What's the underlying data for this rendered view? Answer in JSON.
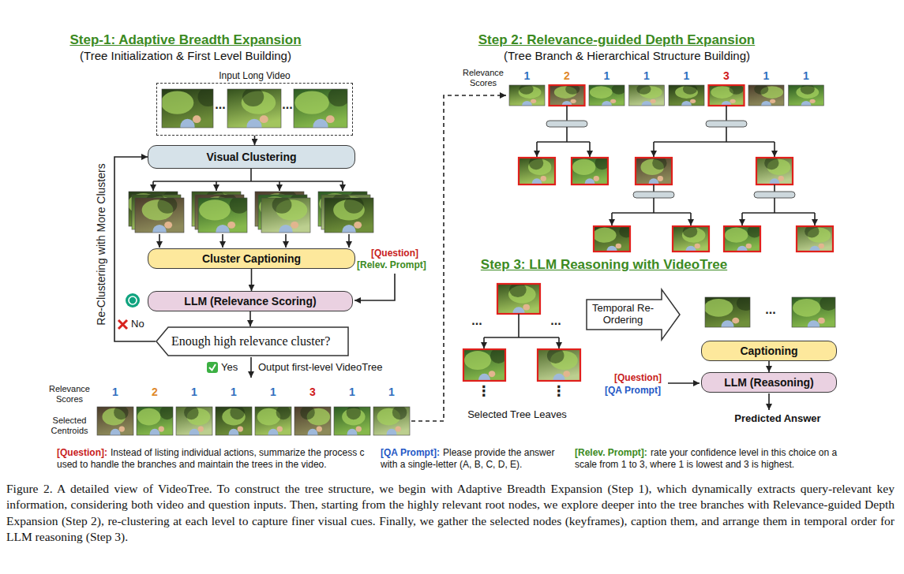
{
  "diagram": {
    "caption": "Figure 2. A detailed view of VideoTree. To construct the tree structure, we begin with Adaptive Breadth Expansion (Step 1), which dynamically extracts query-relevant key information, considering both video and question inputs. Then, starting from the highly relevant root nodes, we explore deeper into the tree branches with Relevance-guided Depth Expansion (Step 2), re-clustering at each level to capture finer visual cues. Finally, we gather the selected nodes (keyframes), caption them, and arrange them in temporal order for LLM reasoning (Step 3).",
    "nodes": [
      {
        "text": [
          "Input Long Video"
        ]
      },
      {
        "text": [
          "Visual Clustering"
        ]
      },
      {
        "text": [
          "Cluster Captioning"
        ]
      },
      {
        "text": [
          "LLM (Relevance Scoring)"
        ]
      },
      {
        "text": [
          "Enough high relevance cluster?"
        ]
      },
      {
        "text": [
          "Temporal Re-Ordering"
        ]
      },
      {
        "text": [
          "Captioning"
        ]
      },
      {
        "text": [
          "LLM (Reasoning)"
        ]
      }
    ],
    "edges": [
      {
        "from": 0,
        "to": 1,
        "arrow": "to"
      },
      {
        "from": 2,
        "to": 3,
        "arrow": "to"
      },
      {
        "from": 3,
        "to": 4,
        "arrow": "to"
      },
      {
        "from": 4,
        "to": 1,
        "label": "No",
        "arrow": "to"
      },
      {
        "from": 6,
        "to": 7,
        "arrow": "to"
      }
    ],
    "labels": [
      "Step-1: Adaptive Breadth Expansion",
      "(Tree Initialization & First Level Building)",
      "...",
      "...",
      "Re-Clustering with More Clusters",
      "[Question]",
      "[Relev. Prompt]",
      "Yes",
      "Output first-level VideoTree",
      "Relevance Scores",
      "1",
      "2",
      "1",
      "1",
      "1",
      "3",
      "1",
      "1",
      "Selected Centroids",
      "Step 2: Relevance-guided Depth Expansion",
      "(Tree Branch & Hierarchical Structure Building)",
      "Relevance Scores",
      "1",
      "2",
      "1",
      "1",
      "1",
      "3",
      "1",
      "1",
      "Step 3: LLM Reasoning with VideoTree",
      "...",
      "...",
      "⋮",
      "⋮",
      "Selected Tree Leaves",
      "...",
      "[Question]",
      "[QA Prompt]",
      "Predicted Answer",
      "[Question]:",
      "Instead of listing individual actions, summarize the process c used to handle the branches and maintain the trees in the video.",
      "[QA Prompt]:",
      "Please provide the answer with a single-letter (A, B, C, D, E).",
      "[Relev. Prompt]:",
      "rate your confidence level in this choice on a scale from 1 to 3, where 1 is lowest and 3 is highest."
    ]
  }
}
